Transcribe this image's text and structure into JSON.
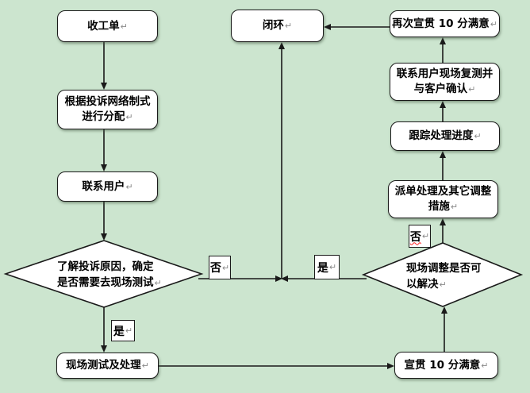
{
  "flow": {
    "nodes": {
      "receive_order": {
        "label": "收工单"
      },
      "assign_by_network": {
        "line1": "根据投诉网络制式",
        "line2": "进行分配"
      },
      "contact_user": {
        "label": "联系用户"
      },
      "need_onsite_decision": {
        "line1": "了解投诉原因，确定",
        "line2": "是否需要去现场测试"
      },
      "onsite_test_handle": {
        "label": "现场测试及处理"
      },
      "closed_loop": {
        "label": "闭环"
      },
      "re_announce_satisfaction": {
        "label": "再次宣贯 10 分满意"
      },
      "retest_confirm": {
        "line1": "联系用户现场复测并",
        "line2": "与客户确认"
      },
      "track_progress": {
        "label": "跟踪处理进度"
      },
      "dispatch_adjust": {
        "line1": "派单处理及其它调整",
        "line2": "措施"
      },
      "onsite_adjust_decision": {
        "line1": "现场调整是否可",
        "line2": "以解决"
      },
      "announce_satisfaction": {
        "label": "宣贯 10 分满意"
      }
    },
    "branch_labels": {
      "left_no": "否",
      "left_yes": "是",
      "mid_yes": "是",
      "right_no": "否"
    },
    "marks": {
      "return_mark": "↵"
    },
    "colors": {
      "background": "#cce5cf",
      "node_fill": "#ffffff",
      "line": "#1a1a1a",
      "spellcheck_underline": "#ff1f1f",
      "return_mark": "#8a8a8a"
    }
  }
}
